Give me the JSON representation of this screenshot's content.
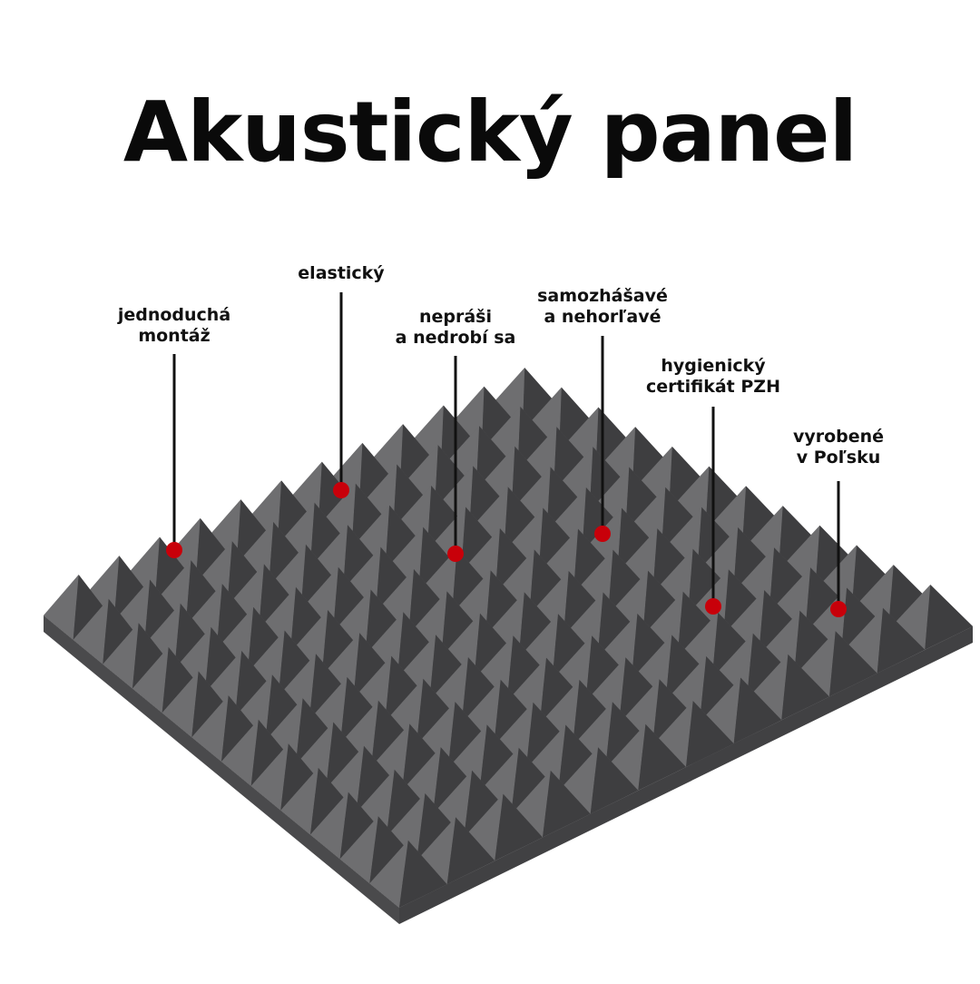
{
  "title": "Akustický panel",
  "colors": {
    "foam_top": "#5a5a5c",
    "foam_light": "#6e6e70",
    "foam_dark": "#3e3e40",
    "foam_side": "#4a4a4c",
    "marker": "#c8000a",
    "line": "#111111"
  },
  "features": [
    {
      "id": "easy-mount",
      "lines": [
        "jednoduchá",
        "montáž"
      ]
    },
    {
      "id": "elastic",
      "lines": [
        "elastický"
      ]
    },
    {
      "id": "dustless",
      "lines": [
        "nepráši",
        "a nedrobí sa"
      ]
    },
    {
      "id": "self-extinguishing",
      "lines": [
        "samozhášavé",
        "a nehorľavé"
      ]
    },
    {
      "id": "hygienic",
      "lines": [
        "hygienický",
        "certifikát PZH"
      ]
    },
    {
      "id": "made-in-poland",
      "lines": [
        "vyrobené",
        "v Poľsku"
      ]
    }
  ]
}
